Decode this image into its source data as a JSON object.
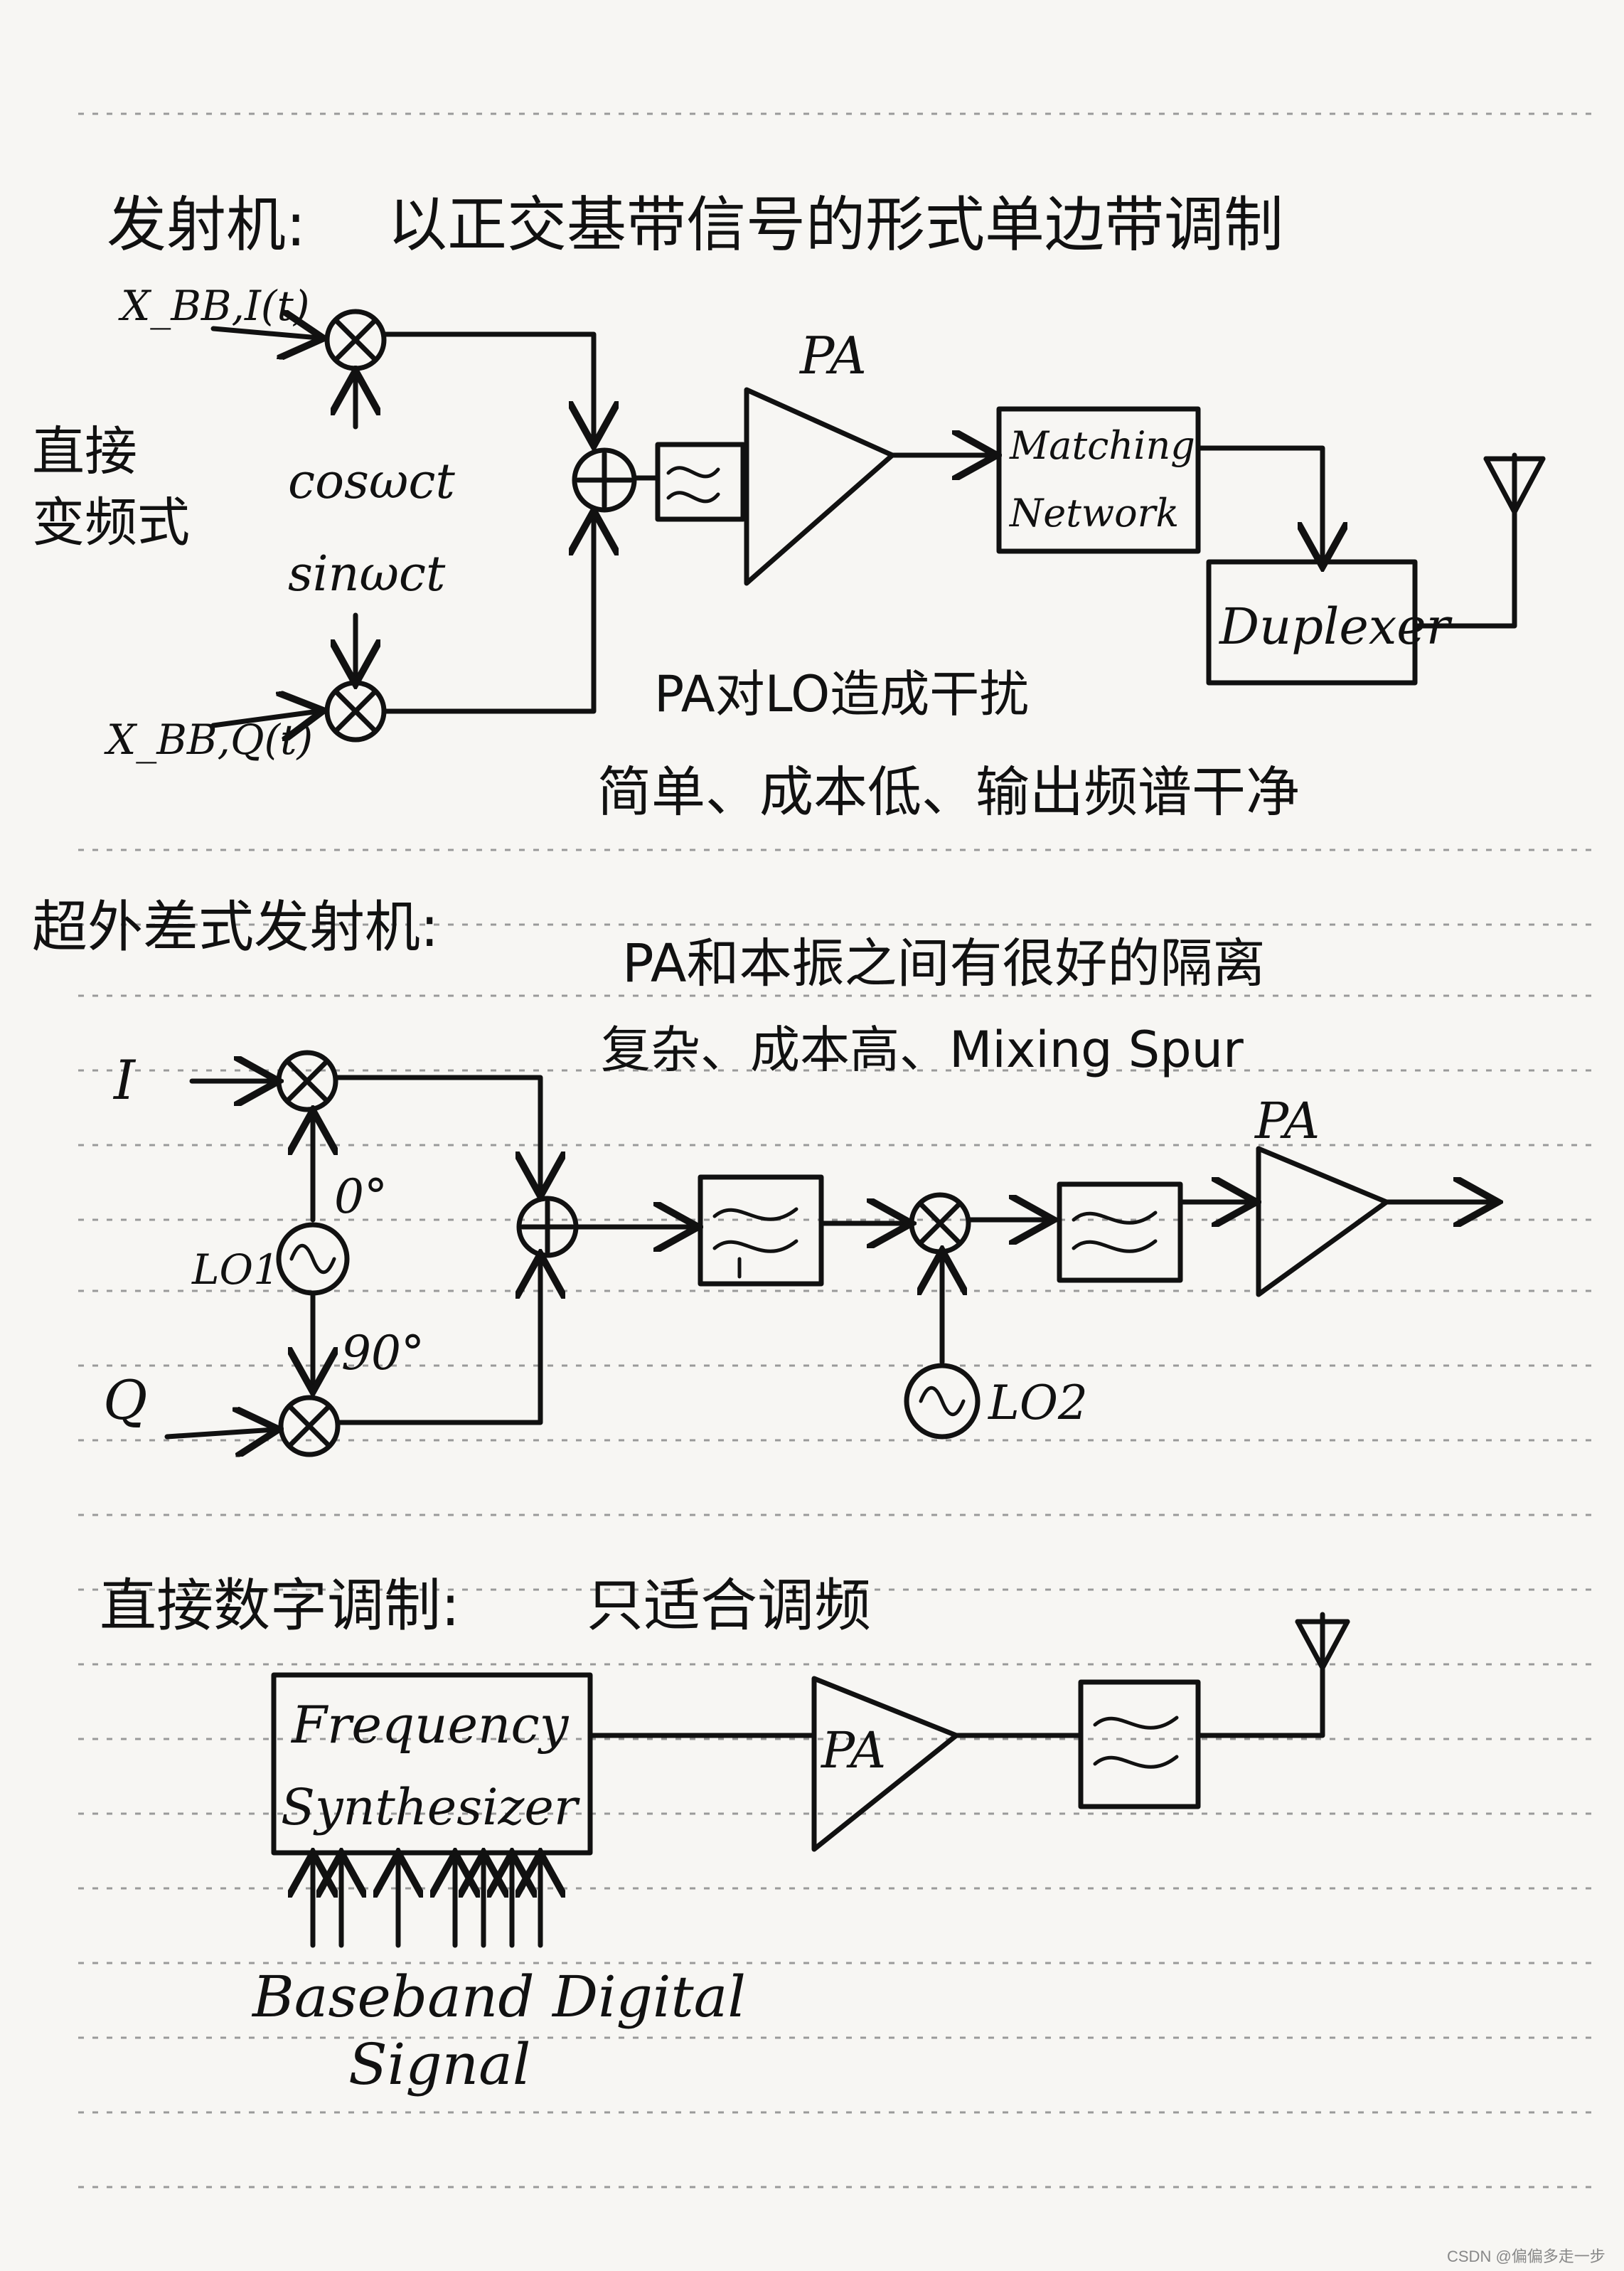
{
  "section1": {
    "title": "发射机:",
    "subtitle": "以正交基带信号的形式单边带调制",
    "side_label_line1": "直接",
    "side_label_line2": "变频式",
    "input_i": "X_BB,I(t)",
    "input_q": "X_BB,Q(t)",
    "lo_cos": "cosωct",
    "lo_sin": "sinωct",
    "pa_label": "PA",
    "matching_line1": "Matching",
    "matching_line2": "Network",
    "duplexer": "Duplexer",
    "note1": "PA对LO造成干扰",
    "note2": "简单、成本低、输出频谱干净"
  },
  "section2": {
    "title": "超外差式发射机:",
    "note1": "PA和本振之间有很好的隔离",
    "note2": "复杂、成本高、Mixing Spur",
    "input_i": "I",
    "input_q": "Q",
    "lo1": "LO1",
    "phase0": "0°",
    "phase90": "90°",
    "lo2": "LO2",
    "pa_label": "PA"
  },
  "section3": {
    "title": "直接数字调制:",
    "note": "只适合调频",
    "synth_line1": "Frequency",
    "synth_line2": "Synthesizer",
    "pa_label": "PA",
    "baseband_line1": "Baseband Digital",
    "baseband_line2": "Signal"
  },
  "watermark": "CSDN @偏偏多走一步"
}
